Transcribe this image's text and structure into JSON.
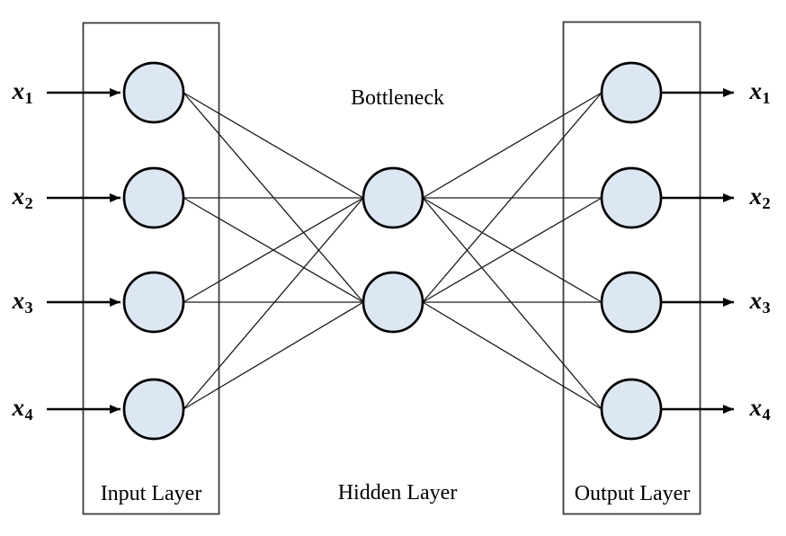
{
  "diagram": {
    "title": "Bottleneck",
    "layers": {
      "input": "Input Layer",
      "hidden": "Hidden Layer",
      "output": "Output Layer"
    },
    "input_labels": [
      {
        "base": "x",
        "sub": "1"
      },
      {
        "base": "x",
        "sub": "2"
      },
      {
        "base": "x",
        "sub": "3"
      },
      {
        "base": "x",
        "sub": "4"
      }
    ],
    "output_labels": [
      {
        "base": "x",
        "sub": "1"
      },
      {
        "base": "x",
        "sub": "2"
      },
      {
        "base": "x",
        "sub": "3"
      },
      {
        "base": "x",
        "sub": "4"
      }
    ],
    "node_counts": {
      "input": 4,
      "hidden": 2,
      "output": 4
    },
    "colors": {
      "node_fill": "#dde7f3",
      "node_stroke": "#000000",
      "box_stroke": "#3d3d3d",
      "edge": "#1a1a1a"
    }
  }
}
